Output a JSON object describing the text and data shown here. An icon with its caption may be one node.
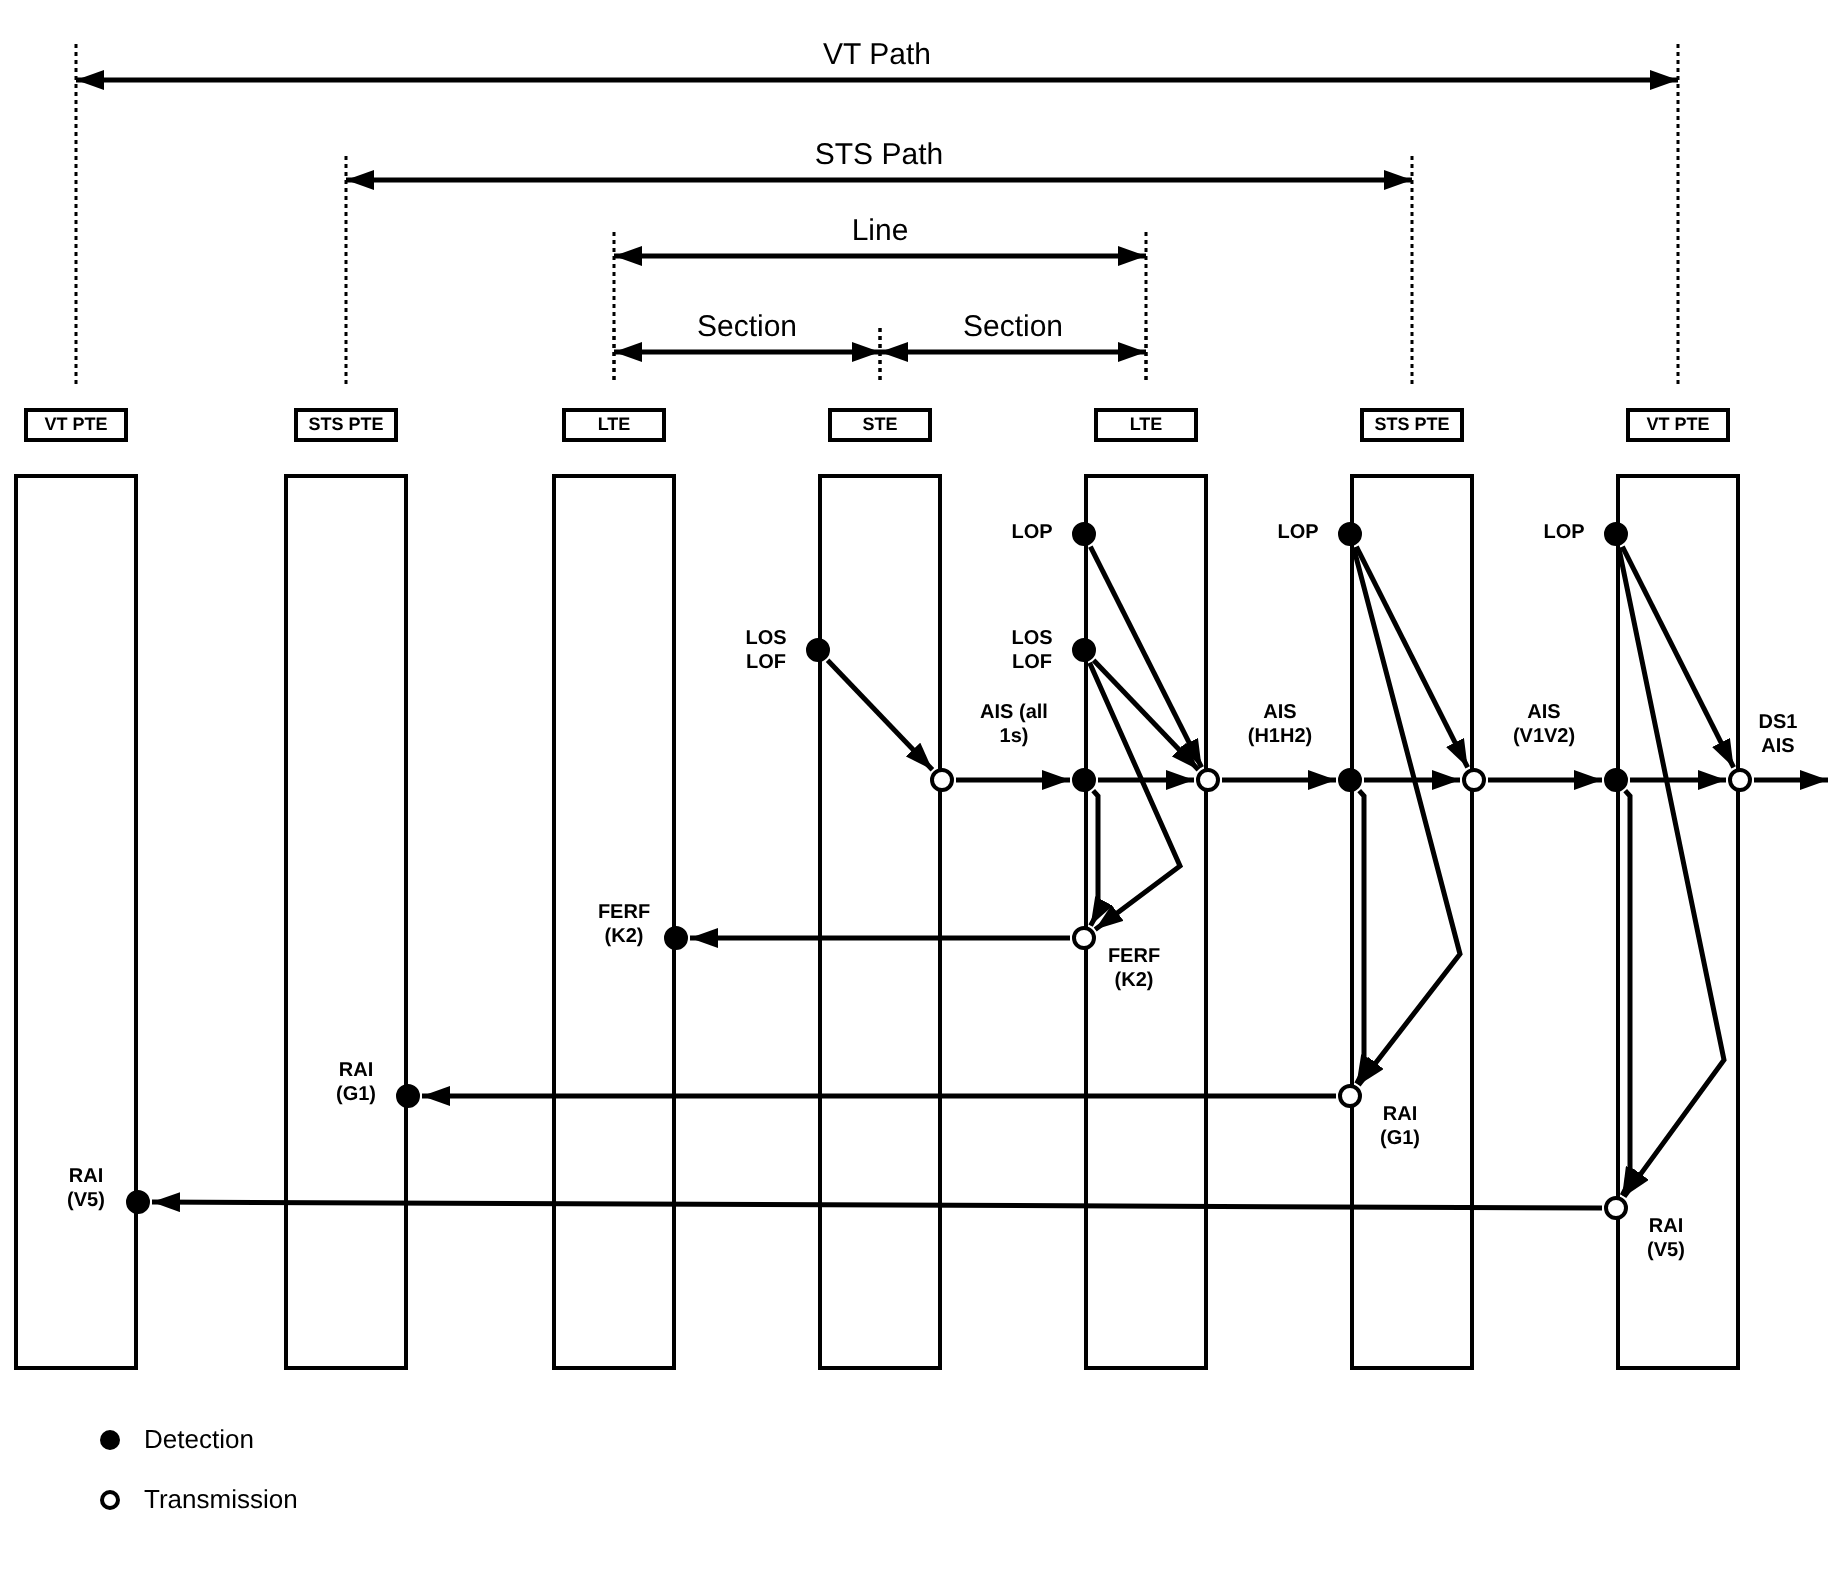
{
  "diagram": {
    "nodes": [
      {
        "text": [
          "VT PTE"
        ]
      },
      {
        "text": [
          "STS PTE"
        ]
      },
      {
        "text": [
          "LTE"
        ]
      },
      {
        "text": [
          "STE"
        ]
      },
      {
        "text": [
          "LTE"
        ]
      },
      {
        "text": [
          "STS PTE"
        ]
      },
      {
        "text": [
          "VT PTE"
        ]
      },
      {
        "text": [],
        "shape": "circle",
        "beside": [
          "LOP"
        ]
      },
      {
        "text": [],
        "shape": "circle",
        "beside": [
          "LOP"
        ]
      },
      {
        "text": [],
        "shape": "circle",
        "beside": [
          "LOP"
        ]
      },
      {
        "text": [],
        "shape": "circle",
        "beside": [
          "LOS LOF"
        ]
      },
      {
        "text": [],
        "shape": "circle",
        "beside": [
          "LOS LOF"
        ]
      },
      {
        "text": [],
        "shape": "circle"
      },
      {
        "text": [],
        "shape": "circle"
      },
      {
        "text": [],
        "shape": "circle"
      },
      {
        "text": [],
        "shape": "circle"
      },
      {
        "text": [],
        "shape": "circle"
      },
      {
        "text": [],
        "shape": "circle"
      },
      {
        "text": [],
        "shape": "circle"
      },
      {
        "text": [],
        "shape": "circle",
        "beside": [
          "FERF (K2)"
        ]
      },
      {
        "text": [],
        "shape": "circle",
        "beside": [
          "FERF (K2)"
        ]
      },
      {
        "text": [],
        "shape": "circle",
        "beside": [
          "RAI (G1)"
        ]
      },
      {
        "text": [],
        "shape": "circle",
        "beside": [
          "RAI (G1)"
        ]
      },
      {
        "text": [],
        "shape": "circle",
        "beside": [
          "RAI (V5)"
        ]
      },
      {
        "text": [],
        "shape": "circle",
        "beside": [
          "RAI (V5)"
        ]
      }
    ],
    "edges": [
      {
        "from": 10,
        "to": 12,
        "arrow": "to"
      },
      {
        "from": 12,
        "to": 13,
        "arrow": "to",
        "label": "AIS (all 1s)"
      },
      {
        "from": 7,
        "to": 14,
        "arrow": "to"
      },
      {
        "from": 11,
        "to": 14,
        "arrow": "to"
      },
      {
        "from": 13,
        "to": 14,
        "arrow": "to"
      },
      {
        "from": 13,
        "to": 20,
        "arrow": "to"
      },
      {
        "from": 11,
        "to": 20,
        "arrow": "to"
      },
      {
        "from": 20,
        "to": 19,
        "arrow": "to"
      },
      {
        "from": 14,
        "to": 15,
        "arrow": "to",
        "label": "AIS (H1H2)"
      },
      {
        "from": 8,
        "to": 16,
        "arrow": "to"
      },
      {
        "from": 15,
        "to": 16,
        "arrow": "to"
      },
      {
        "from": 15,
        "to": 22,
        "arrow": "to"
      },
      {
        "from": 8,
        "to": 22,
        "arrow": "to"
      },
      {
        "from": 22,
        "to": 21,
        "arrow": "to"
      },
      {
        "from": 16,
        "to": 17,
        "arrow": "to",
        "label": "AIS (V1V2)"
      },
      {
        "from": 9,
        "to": 18,
        "arrow": "to"
      },
      {
        "from": 17,
        "to": 18,
        "arrow": "to"
      },
      {
        "from": 17,
        "to": 24,
        "arrow": "to"
      },
      {
        "from": 9,
        "to": 24,
        "arrow": "to"
      },
      {
        "from": 24,
        "to": 23,
        "arrow": "to"
      },
      {
        "from": 18,
        "to": null,
        "arrow": "to",
        "label": "DS1 AIS"
      }
    ],
    "labels": [
      "VT Path",
      "STS Path",
      "Line",
      "Section",
      "Section"
    ],
    "legend": [
      {
        "text": "Detection"
      },
      {
        "text": "Transmission"
      }
    ]
  }
}
